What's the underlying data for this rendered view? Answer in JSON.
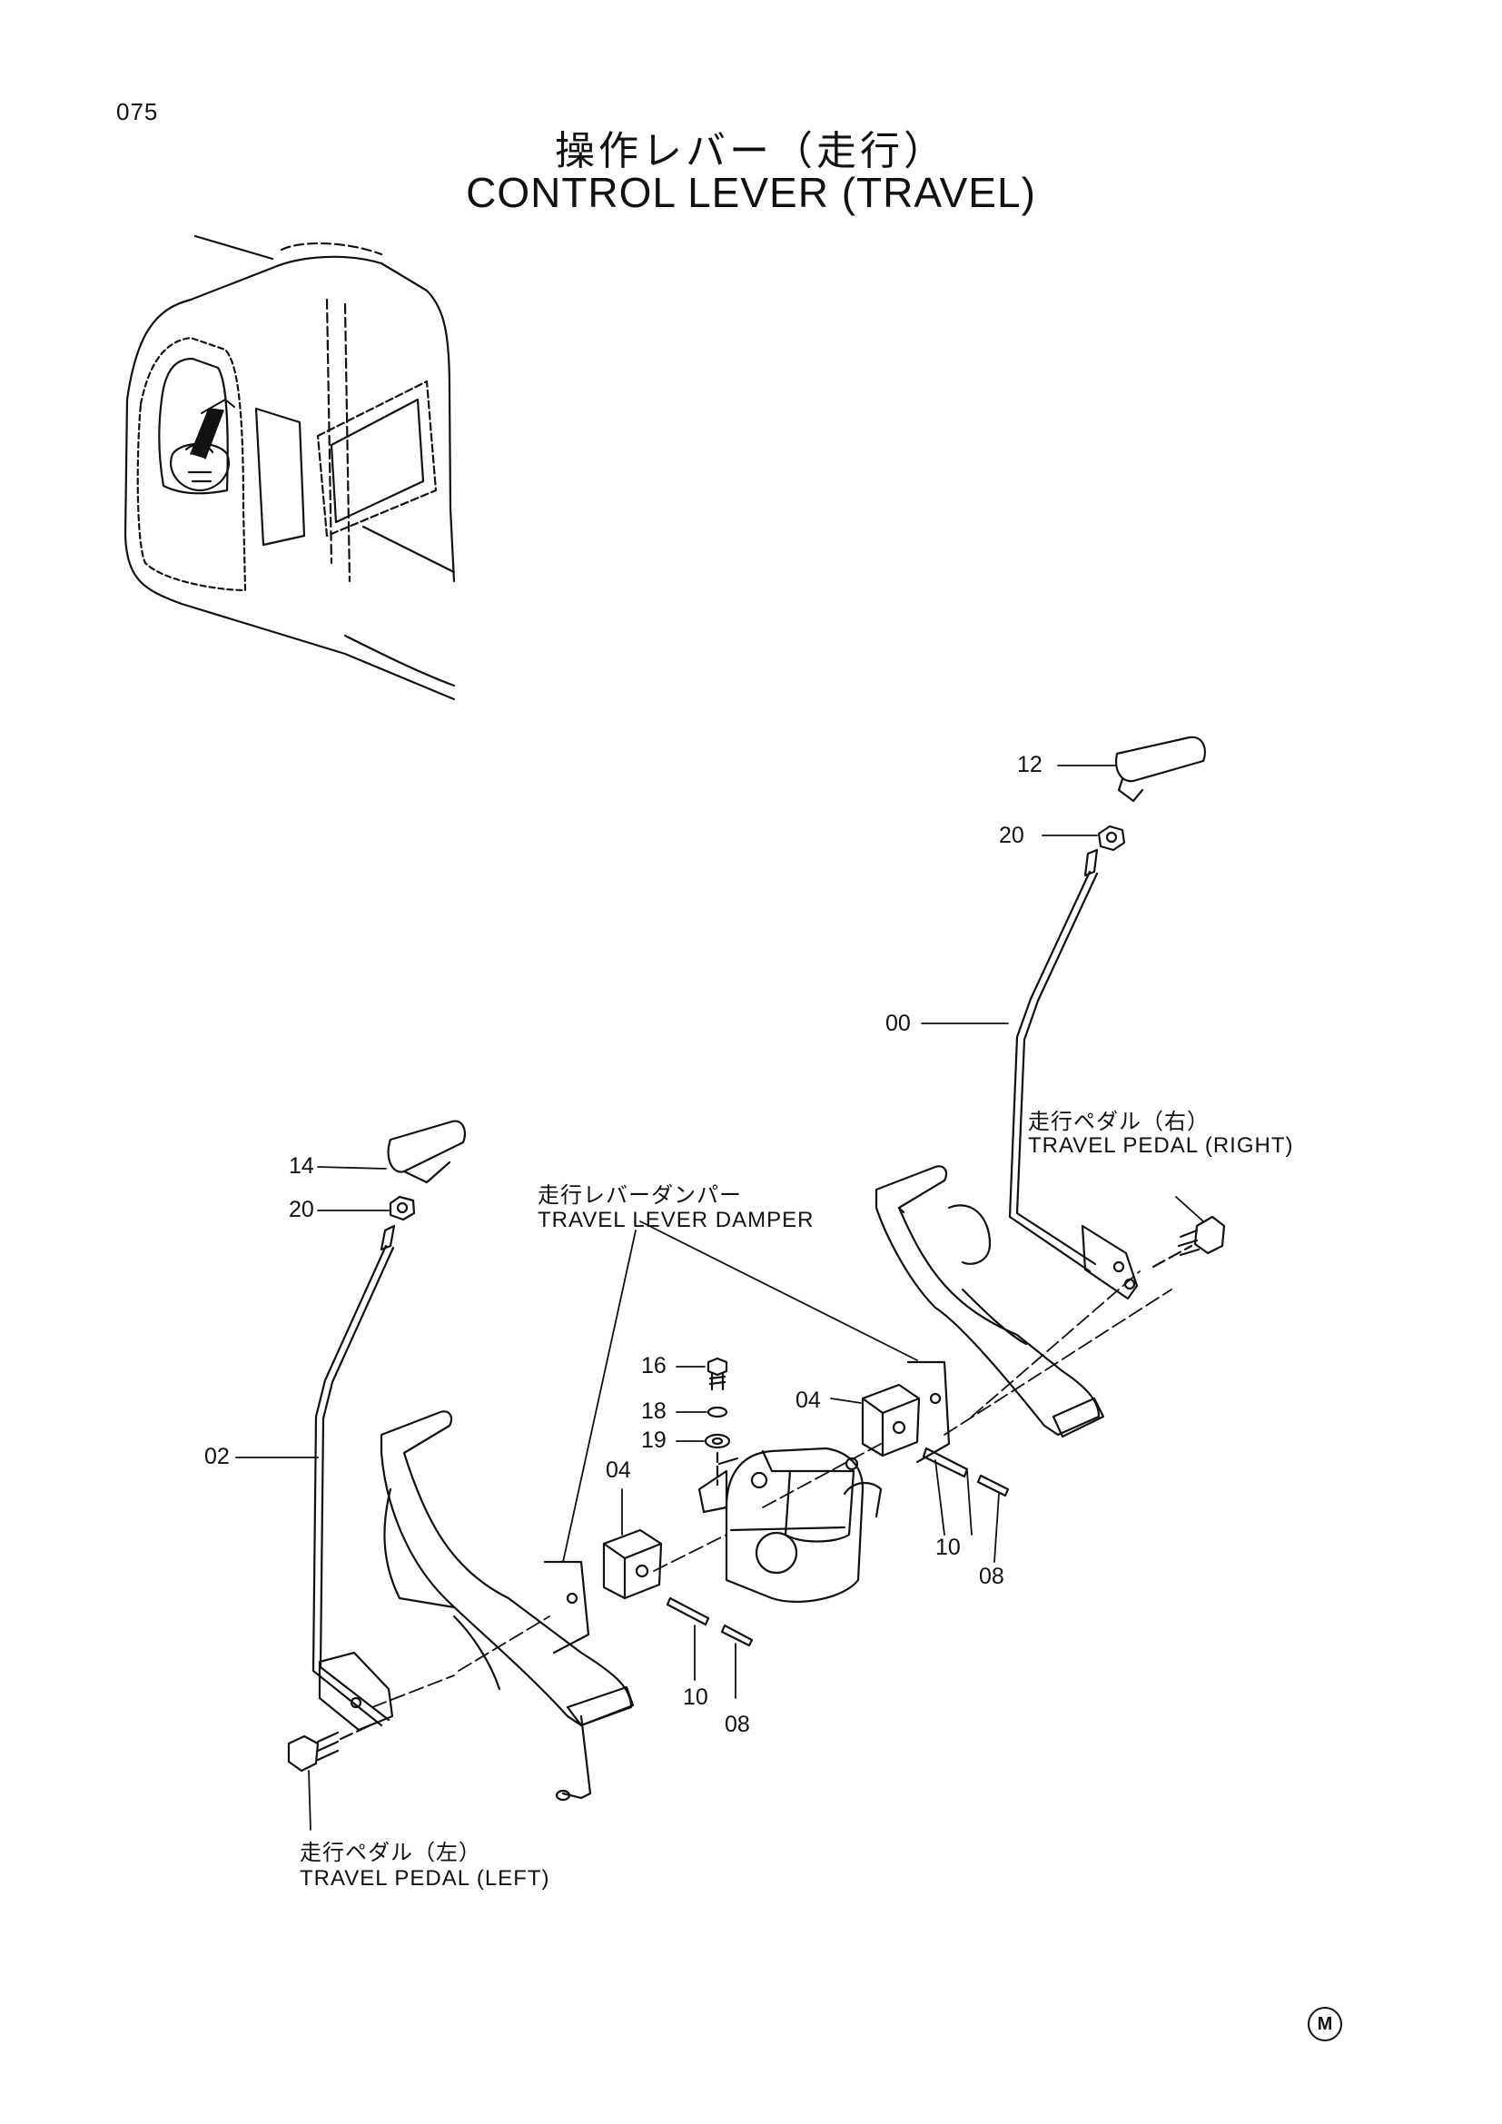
{
  "header": {
    "page_number": "075",
    "title_jp": "操作レバー（走行）",
    "title_en": "CONTROL LEVER (TRAVEL)"
  },
  "labels": {
    "pedal_right_jp": "走行ペダル（右）",
    "pedal_right_en": "TRAVEL PEDAL (RIGHT)",
    "damper_jp": "走行レバーダンパー",
    "damper_en": "TRAVEL LEVER DAMPER",
    "pedal_left_jp": "走行ペダル（左）",
    "pedal_left_en": "TRAVEL PEDAL (LEFT)"
  },
  "part_numbers": {
    "knob_right": "12",
    "nut_right": "20",
    "lever_right": "00",
    "knob_left": "14",
    "nut_left": "20",
    "lever_left": "02",
    "bolt": "16",
    "spring_washer": "18",
    "washer": "19",
    "damper_block_left": "04",
    "damper_block_right": "04",
    "pin_left": "10",
    "pin_right": "10",
    "spring_pin_left": "08",
    "spring_pin_right": "08"
  },
  "footer": {
    "mark": "M"
  }
}
